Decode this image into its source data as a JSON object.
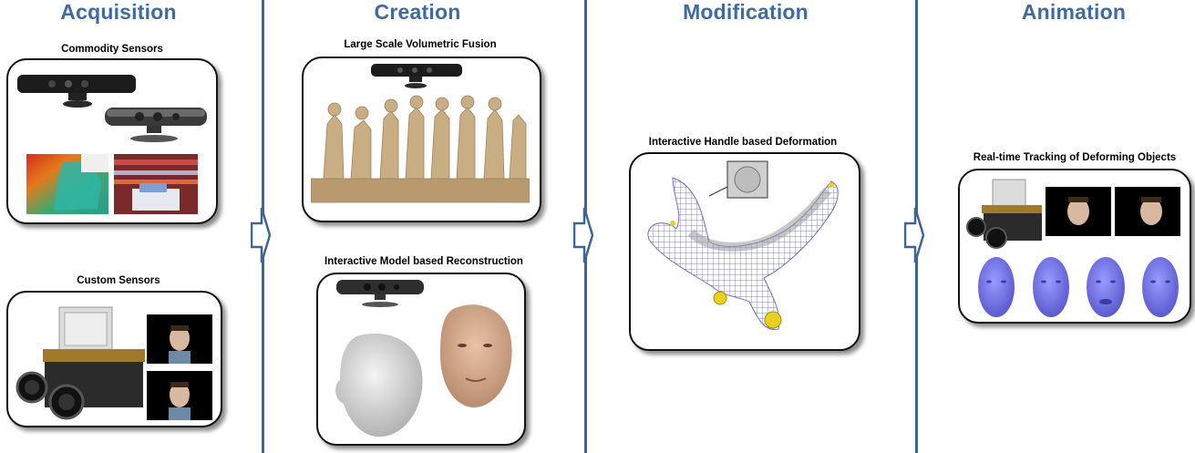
{
  "columns": [
    {
      "title": "Acquisition"
    },
    {
      "title": "Creation"
    },
    {
      "title": "Modification"
    },
    {
      "title": "Animation"
    }
  ],
  "panels": {
    "commodity": "Commodity Sensors",
    "custom": "Custom Sensors",
    "fusion": "Large Scale Volumetric Fusion",
    "model": "Interactive Model based Reconstruction",
    "deformation": "Interactive Handle based Deformation",
    "tracking": "Real-time Tracking of Deforming Objects"
  },
  "colors": {
    "title": "#3f6ba0",
    "divider": "#3f6595"
  },
  "icons": [
    "kinect-sensor-icon",
    "depth-camera-icon",
    "stereo-camera-rig-icon",
    "face-mesh-icon",
    "deformation-handle-icon"
  ]
}
